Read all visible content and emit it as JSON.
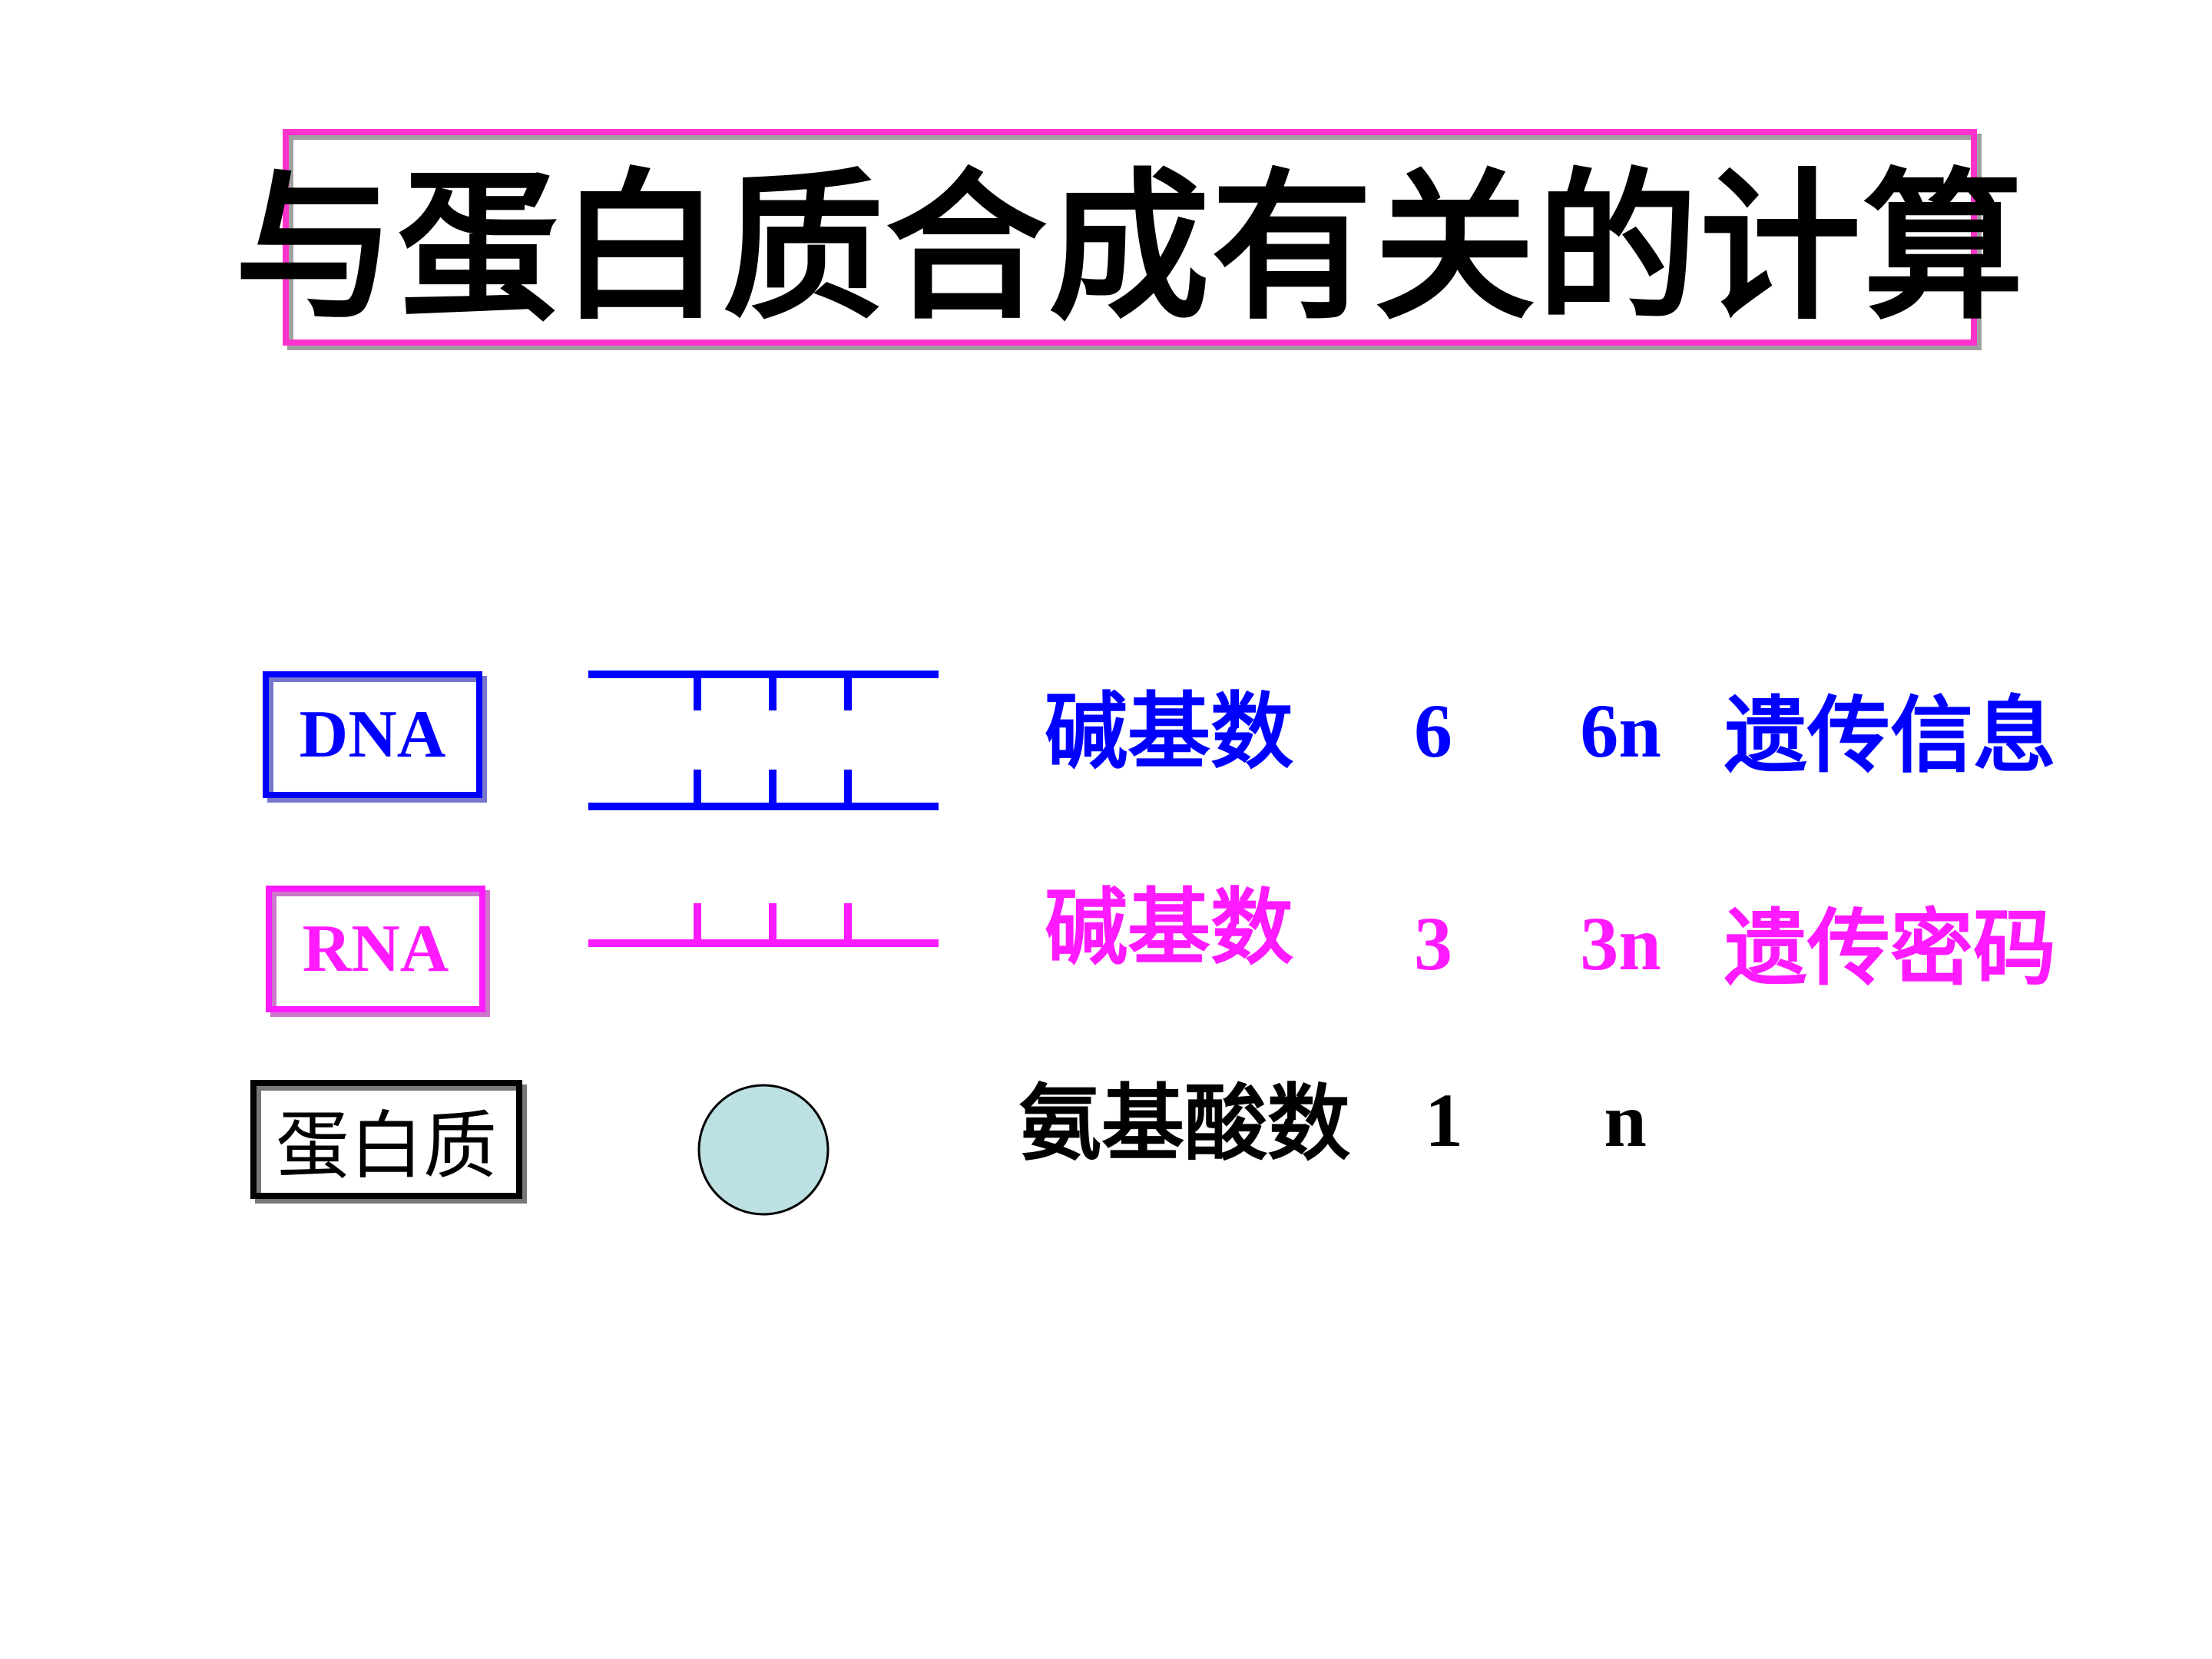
{
  "title": "与蛋白质合成有关的计算",
  "colors": {
    "dna": "#0000ff",
    "rna": "#ff1aff",
    "protein": "#000000",
    "title_border": "#ff33cc",
    "amino_fill": "#bde0e3"
  },
  "rows": [
    {
      "box_label": "DNA",
      "quantity_label": "碱基数",
      "ratio": "6",
      "count": "6n",
      "meaning": "遗传信息"
    },
    {
      "box_label": "RNA",
      "quantity_label": "碱基数",
      "ratio": "3",
      "count": "3n",
      "meaning": "遗传密码"
    },
    {
      "box_label": "蛋白质",
      "quantity_label": "氨基酸数",
      "ratio": "1",
      "count": "n",
      "meaning": ""
    }
  ]
}
